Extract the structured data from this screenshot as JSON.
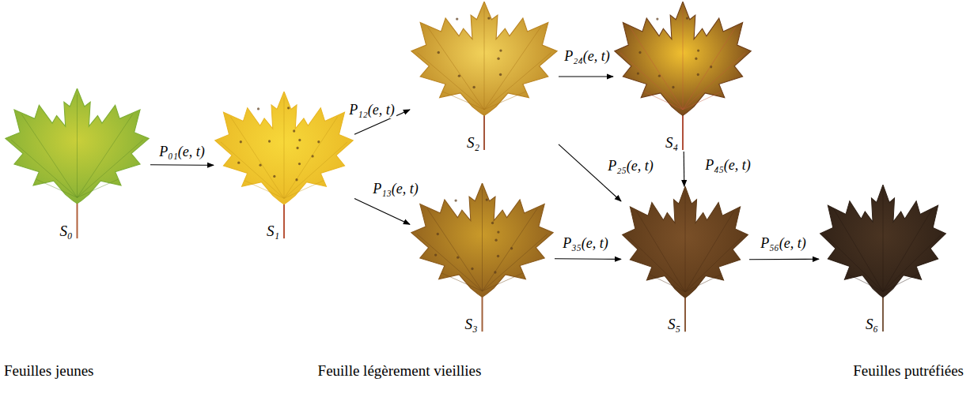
{
  "diagram": {
    "nodes": [
      {
        "text": [
          "S₀"
        ]
      },
      {
        "text": [
          "S₁"
        ]
      },
      {
        "text": [
          "S₂"
        ]
      },
      {
        "text": [
          "S₃"
        ]
      },
      {
        "text": [
          "S₄"
        ]
      },
      {
        "text": [
          "S₅"
        ]
      },
      {
        "text": [
          "S₆"
        ]
      }
    ],
    "edges": [
      {
        "from": 0,
        "to": 1,
        "arrow": "to",
        "label": "P₀₁(e, t)"
      },
      {
        "from": 1,
        "to": 2,
        "arrow": "to",
        "label": "P₁₂(e, t)"
      },
      {
        "from": 1,
        "to": 3,
        "arrow": "to",
        "label": "P₁₃(e, t)"
      },
      {
        "from": 2,
        "to": 4,
        "arrow": "to",
        "label": "P₂₄(e, t)"
      },
      {
        "from": 2,
        "to": 5,
        "arrow": "to",
        "label": "P₂₅(e, t)"
      },
      {
        "from": 4,
        "to": 5,
        "arrow": "to",
        "label": "P₄₅(e, t)"
      },
      {
        "from": 3,
        "to": 5,
        "arrow": "to",
        "label": "P₃₅(e, t)"
      },
      {
        "from": 5,
        "to": 6,
        "arrow": "to",
        "label": "P₅₆(e, t)"
      }
    ],
    "labels": [
      "Feuilles jeunes",
      "Feuille légèrement vieillies",
      "Feuilles putréfiées"
    ]
  }
}
